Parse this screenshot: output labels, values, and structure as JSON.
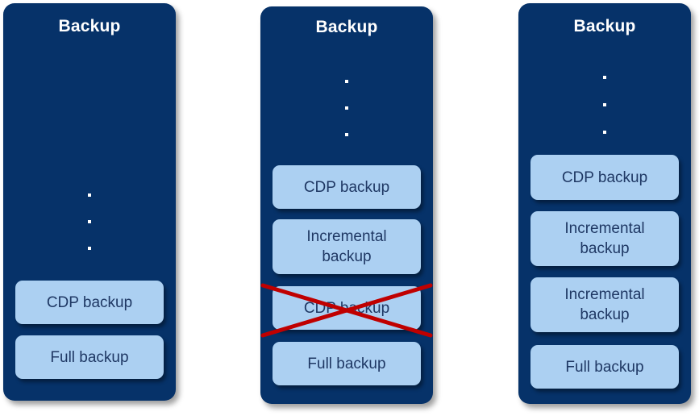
{
  "colors": {
    "panel_bg": "#063269",
    "box_fill": "#ACD0F2",
    "box_text": "#1F3864",
    "title_text": "#FFFFFF",
    "strike_red": "#C00000",
    "page_bg": "#FFFFFF"
  },
  "panels": [
    {
      "id": "panel-1",
      "title": "Backup",
      "ellipsis_dots": 3,
      "items": [
        {
          "label": "CDP backup",
          "struck_out": false
        },
        {
          "label": "Full backup",
          "struck_out": false
        }
      ]
    },
    {
      "id": "panel-2",
      "title": "Backup",
      "ellipsis_dots": 3,
      "items": [
        {
          "label": "CDP backup",
          "struck_out": false
        },
        {
          "label": "Incremental\nbackup",
          "struck_out": false
        },
        {
          "label": "CDP backup",
          "struck_out": true
        },
        {
          "label": "Full backup",
          "struck_out": false
        }
      ]
    },
    {
      "id": "panel-3",
      "title": "Backup",
      "ellipsis_dots": 3,
      "items": [
        {
          "label": "CDP backup",
          "struck_out": false
        },
        {
          "label": "Incremental\nbackup",
          "struck_out": false
        },
        {
          "label": "Incremental\nbackup",
          "struck_out": false
        },
        {
          "label": "Full backup",
          "struck_out": false
        }
      ]
    }
  ]
}
